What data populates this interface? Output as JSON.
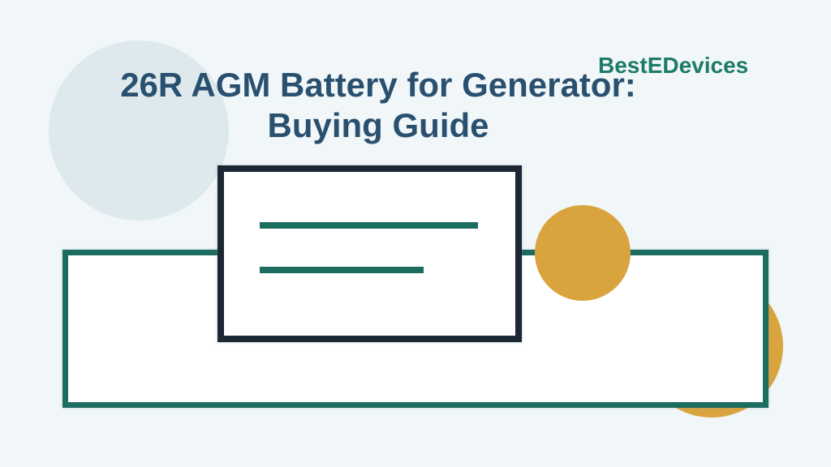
{
  "title": {
    "line1": "26R AGM Battery for Generator:",
    "line2": "Buying Guide"
  },
  "brand": {
    "name": "BestEDevices"
  },
  "graphics": {
    "battery_card_lines": 2,
    "decorative_circles": [
      "light-blue-top-left",
      "gold-center-right",
      "gold-bottom-right-clipped"
    ]
  },
  "palette": {
    "background": "#f1f7f8",
    "title_text": "#2a5070",
    "brand_text": "#1e7a69",
    "teal_accent": "#1d6c60",
    "dark_navy_border": "#1b2732",
    "gold_accent": "#d9a43e",
    "light_circle": "#dde9ec",
    "shape_fill": "#ffffff"
  }
}
